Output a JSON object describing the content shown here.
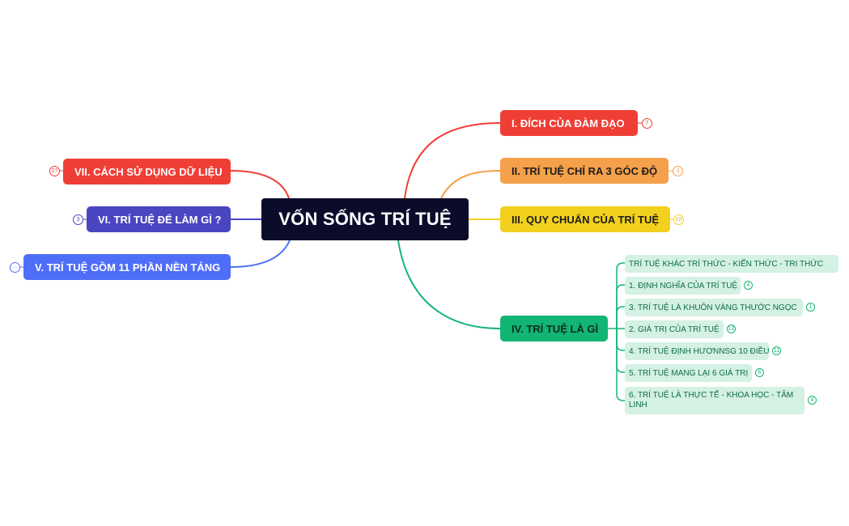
{
  "center": {
    "title": "VỐN SỐNG TRÍ TUỆ"
  },
  "branches": {
    "b1": {
      "label": "I. ĐÍCH CỦA ĐÀM ĐẠO",
      "count": "7",
      "color": "#ef3e36"
    },
    "b2": {
      "label": "II. TRÍ TUỆ CHỈ RA 3 GÓC ĐỘ",
      "count": "3",
      "color": "#f5a04a"
    },
    "b3": {
      "label": "III. QUY CHUẨN CỦA TRÍ TUỆ",
      "count": "10",
      "color": "#f2d01e"
    },
    "b4": {
      "label": "IV. TRÍ TUỆ LÀ GÌ",
      "color": "#12b574"
    },
    "b5": {
      "label": "V. TRÍ TUỆ GỒM 11 PHẦN NỀN TẢNG",
      "count": "···",
      "color": "#4f6ef7"
    },
    "b6": {
      "label": "VI. TRÍ TUỆ ĐỂ LÀM GÌ ?",
      "count": "3",
      "color": "#4a46c2"
    },
    "b7": {
      "label": "VII. CÁCH SỬ DỤNG DỮ LIỆU",
      "count": "27",
      "color": "#ef3e36"
    }
  },
  "subtopics": [
    {
      "label": "TRÍ TUỆ KHÁC TRÍ THỨC -  KIẾN THỨC - TRI THỨC"
    },
    {
      "label": "1. ĐỊNH NGHĨA CỦA TRÍ TUỆ",
      "count": "4"
    },
    {
      "label": "3. TRÍ TUỆ LÀ KHUÔN VÀNG THƯỚC NGỌC",
      "count": "1"
    },
    {
      "label": "2. GIÁ TRỊ CỦA TRÍ TUỆ",
      "count": "12"
    },
    {
      "label": "4. TRÍ TUỆ ĐỊNH HƯƠNNSG 10 ĐIỀU",
      "count": "11"
    },
    {
      "label": "5. TRÍ TUỆ MANG LẠI 6 GIÁ TRỊ",
      "count": "6"
    },
    {
      "label": "6. TRÍ TUỆ LÀ THỰC TẾ - KHOA HỌC - TÂM LINH",
      "count": "4"
    }
  ]
}
